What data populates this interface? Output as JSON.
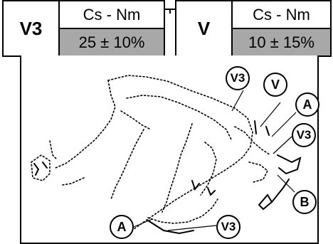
{
  "torque_table": [
    {
      "code": "V3",
      "unit": "Cs - Nm",
      "value": "25 ± 10%"
    },
    {
      "code": "V",
      "unit": "Cs - Nm",
      "value": "10 ± 15%"
    }
  ],
  "callouts": {
    "v3_top": "V3",
    "v_top": "V",
    "a_right": "A",
    "v3_right": "V3",
    "b_right": "B",
    "a_bottom": "A",
    "v3_bottom": "V3"
  },
  "colors": {
    "value_cell_bg": "#a8a8a8",
    "line": "#000000"
  }
}
